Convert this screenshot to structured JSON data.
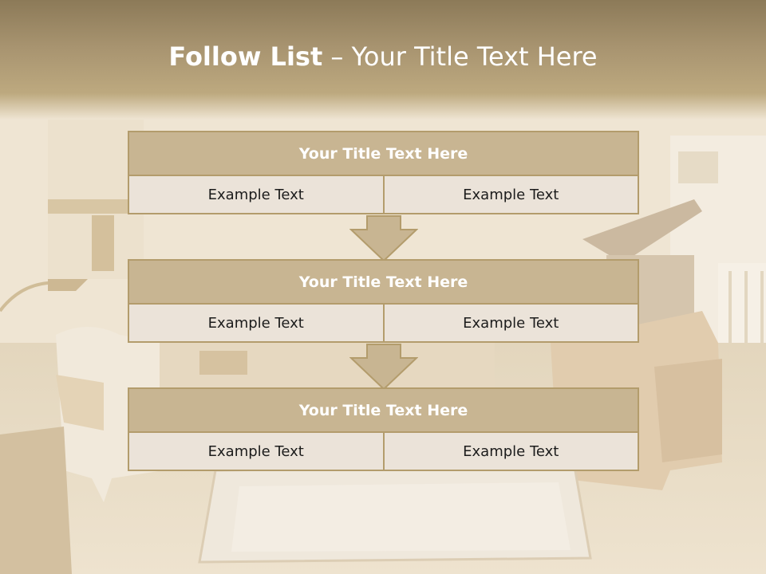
{
  "title": {
    "bold": "Follow List",
    "rest": " – Your Title Text Here"
  },
  "colors": {
    "title_band": "#a89470",
    "header_fill": "#c8b592",
    "cell_fill": "#ebe3d9",
    "border": "#b39c6c",
    "arrow_fill": "#c8b592"
  },
  "blocks": [
    {
      "header": "Your Title Text Here",
      "left": "Example Text",
      "right": "Example Text"
    },
    {
      "header": "Your Title Text Here",
      "left": "Example Text",
      "right": "Example Text"
    },
    {
      "header": "Your Title Text Here",
      "left": "Example Text",
      "right": "Example Text"
    }
  ]
}
